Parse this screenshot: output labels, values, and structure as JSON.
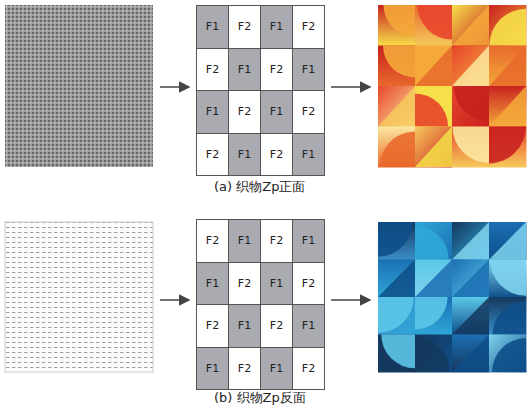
{
  "diagram": {
    "labels": [
      "F1",
      "F2",
      "F1",
      "F2",
      "F2",
      "F1",
      "F2",
      "F1",
      "F1",
      "F2",
      "F1",
      "F2",
      "F2",
      "F1",
      "F2",
      "F1",
      "(a) 织物Zp正面",
      "F2",
      "F1",
      "F2",
      "F1",
      "F1",
      "F2",
      "F1",
      "F2",
      "F2",
      "F1",
      "F2",
      "F1",
      "F1",
      "F2",
      "F1",
      "F2",
      "(b) 织物Zp反面"
    ]
  }
}
